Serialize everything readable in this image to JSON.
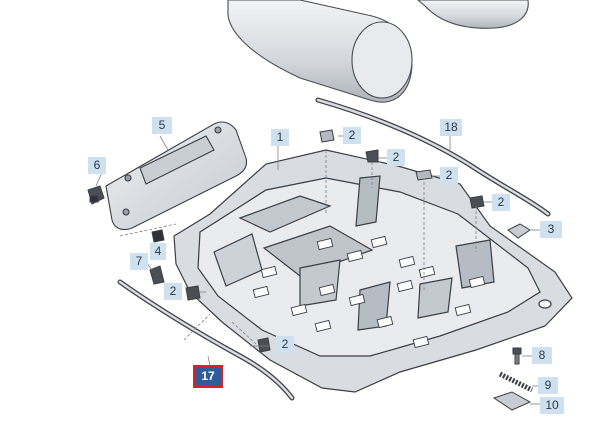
{
  "diagram": {
    "callouts": [
      {
        "id": "1",
        "label": "1"
      },
      {
        "id": "2a",
        "label": "2"
      },
      {
        "id": "2b",
        "label": "2"
      },
      {
        "id": "2c",
        "label": "2"
      },
      {
        "id": "2d",
        "label": "2"
      },
      {
        "id": "2e",
        "label": "2"
      },
      {
        "id": "2f",
        "label": "2"
      },
      {
        "id": "3",
        "label": "3"
      },
      {
        "id": "4",
        "label": "4"
      },
      {
        "id": "5",
        "label": "5"
      },
      {
        "id": "6",
        "label": "6"
      },
      {
        "id": "7",
        "label": "7"
      },
      {
        "id": "8",
        "label": "8"
      },
      {
        "id": "9",
        "label": "9"
      },
      {
        "id": "10",
        "label": "10"
      },
      {
        "id": "17",
        "label": "17",
        "highlighted": true
      },
      {
        "id": "18",
        "label": "18"
      }
    ],
    "colors": {
      "part_fill": "#dfe3e8",
      "part_shade": "#b9c0c8",
      "outline": "#3a3f45",
      "callout_bg": "#cfe0ee",
      "highlight_bg": "#2f5d99",
      "highlight_border": "#e02020"
    }
  }
}
